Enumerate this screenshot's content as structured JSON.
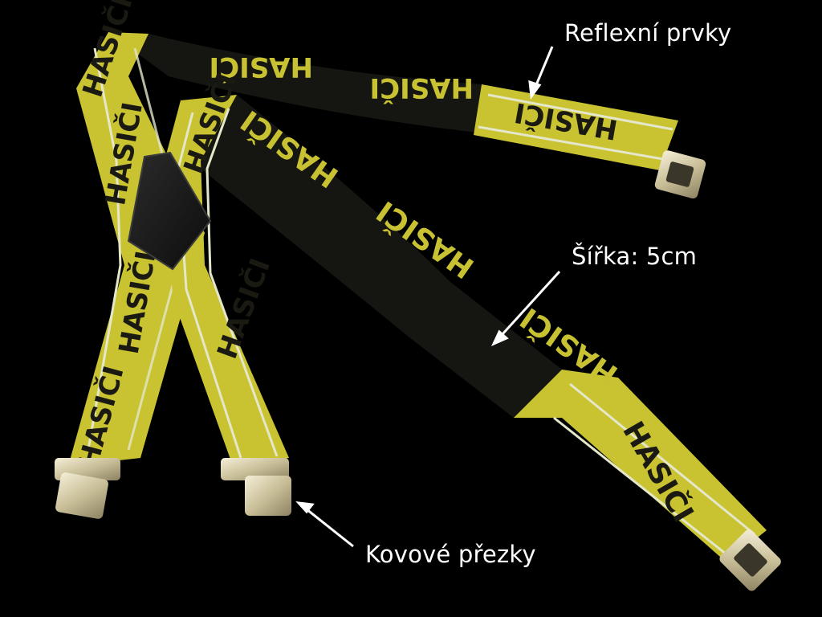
{
  "product": {
    "strap_text": "HASIČI",
    "colors": {
      "background": "#000000",
      "reflective_yellow": "#c9c332",
      "yellow_edge": "#a9a726",
      "reflective_stripe": "#e4e7c9",
      "black_band": "#151511",
      "text_on_yellow": "#1a1a12",
      "text_on_black": "#c8c233",
      "leather_patch": "#1b1b1b",
      "metal_clip": "#d9d1b5",
      "annotation": "#ffffff"
    }
  },
  "annotations": {
    "reflective": "Reflexní prvky",
    "width": "Šířka: 5cm",
    "clips": "Kovové přezky"
  }
}
